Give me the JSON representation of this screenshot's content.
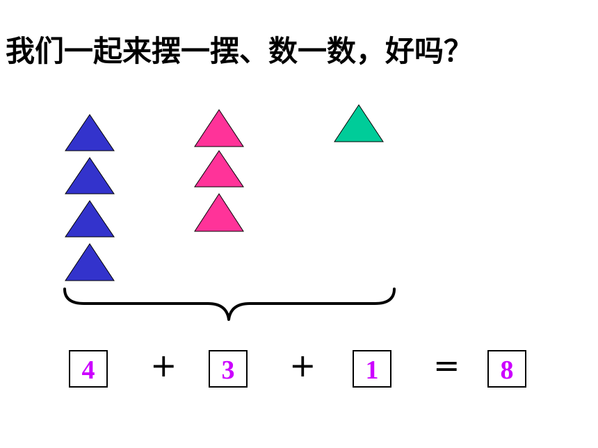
{
  "title": "我们一起来摆一摆、数一数，好吗？",
  "shapes": {
    "groups": [
      {
        "count": 4,
        "color": "#3333cc"
      },
      {
        "count": 3,
        "color": "#ff3399"
      },
      {
        "count": 1,
        "color": "#00cc99"
      }
    ]
  },
  "equation": {
    "terms": [
      "4",
      "3",
      "1"
    ],
    "ops": [
      "+",
      "+",
      "="
    ],
    "result": "8",
    "number_color": "#cc00ff"
  }
}
